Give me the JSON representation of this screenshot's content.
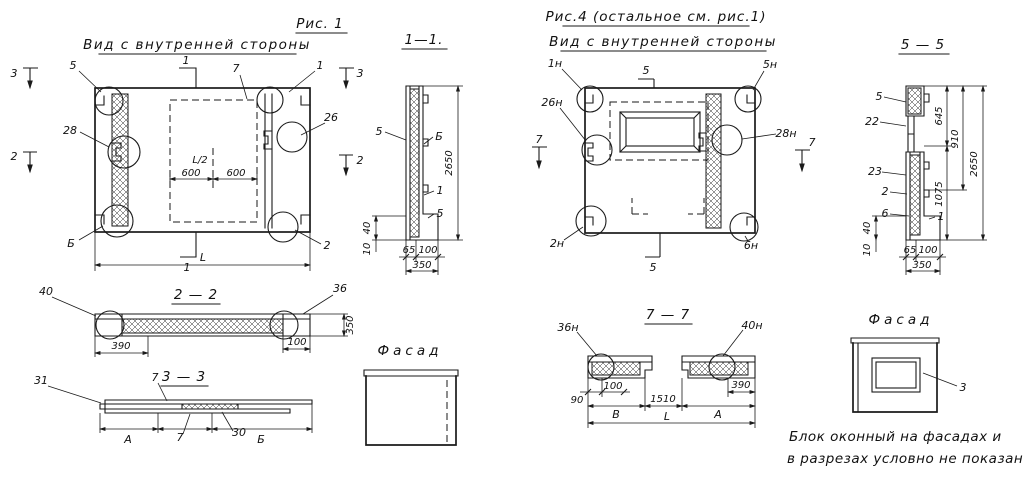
{
  "colors": {
    "ink": "#1a1a1a",
    "paper": "#ffffff"
  },
  "fig1": {
    "title": "Рис. 1",
    "subtitle": "Вид с внутренней стороны",
    "plan": {
      "lbl_5": "5",
      "lbl_7": "7",
      "lbl_1": "1",
      "lbl_28": "28",
      "lbl_26": "26",
      "lbl_b": "Б",
      "lbl_2": "2",
      "cut3": "3",
      "cut2": "2",
      "cut1": "1",
      "dim_600a": "600",
      "dim_600b": "600",
      "dim_half": "L/2",
      "dim_total": "L"
    },
    "sec11": {
      "title": "1—1.",
      "lbl_5top": "5",
      "lbl_b": "Б",
      "lbl_1": "1",
      "lbl_5bot": "5",
      "dim_2650": "2650",
      "dim_40": "40",
      "dim_10": "10",
      "dim_65": "65",
      "dim_100": "100",
      "dim_350": "350"
    },
    "sec22": {
      "title": "2 — 2",
      "lbl_40": "40",
      "lbl_36": "36",
      "dim_390": "390",
      "dim_100": "100",
      "dim_350": "350"
    },
    "sec33": {
      "title": "3 — 3",
      "lbl_31": "31",
      "lbl_7top": "7",
      "lbl_7bot": "7",
      "lbl_30": "30",
      "dim_a": "А",
      "dim_b": "Б"
    },
    "facade": {
      "title": "Фасад"
    }
  },
  "fig4": {
    "title": "Рис.4 (остальное см. рис.1)",
    "subtitle": "Вид с внутренней стороны",
    "plan": {
      "lbl_1n": "1н",
      "lbl_5n": "5н",
      "lbl_26n": "26н",
      "lbl_28n": "28н",
      "lbl_2n": "2н",
      "lbl_6n": "6н",
      "cut7": "7",
      "cut5": "5"
    },
    "sec55": {
      "title": "5 — 5",
      "lbl_5": "5",
      "lbl_22": "22",
      "lbl_23": "23",
      "lbl_2": "2",
      "lbl_6": "6",
      "lbl_1": "1",
      "dim_645": "645",
      "dim_910": "910",
      "dim_2650": "2650",
      "dim_1075": "1075",
      "dim_40": "40",
      "dim_10": "10",
      "dim_65": "65",
      "dim_100": "100",
      "dim_350": "350"
    },
    "sec77": {
      "title": "7 — 7",
      "lbl_36n": "36н",
      "lbl_40n": "40н",
      "dim_90": "90",
      "dim_100": "100",
      "dim_v": "В",
      "dim_1510": "1510",
      "dim_a": "А",
      "dim_390": "390",
      "dim_total": "L"
    },
    "facade": {
      "title": "Фасад",
      "lbl_3": "3"
    }
  },
  "note": {
    "line1": "Блок оконный на фасадах и",
    "line2": "в разрезах условно не показан"
  }
}
